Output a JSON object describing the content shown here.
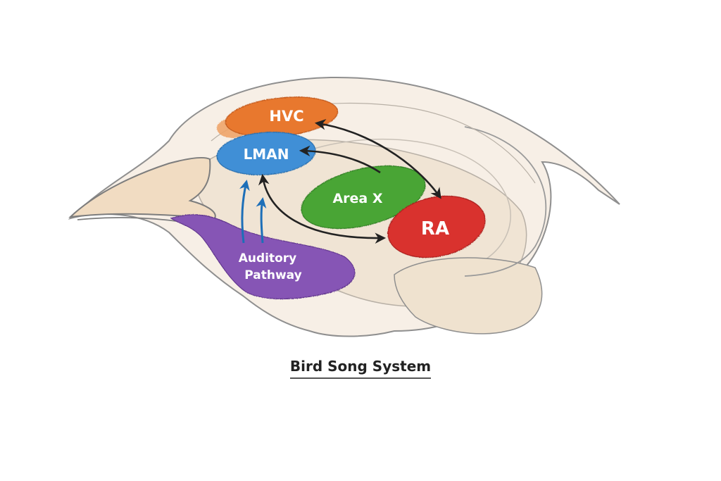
{
  "title": "Bird Song System",
  "colors": {
    "background": "#ffffff",
    "head_fill": "#f7efe6",
    "head_outline": "#8f8f8f",
    "beak_fill": "#f1dcc2",
    "tissue_fill": "#efe2cf",
    "hvc": "#e8782e",
    "lman": "#3f8fd6",
    "area_x": "#4aa535",
    "ra": "#d9322e",
    "auditory": "#8655b5",
    "connection_arrow": "#222222",
    "auditory_arrow": "#1d6fb8"
  },
  "regions": [
    {
      "id": "hvc",
      "label": "HVC"
    },
    {
      "id": "lman",
      "label": "LMAN"
    },
    {
      "id": "area_x",
      "label": "Area X"
    },
    {
      "id": "ra",
      "label": "RA"
    },
    {
      "id": "auditory",
      "label_lines": [
        "Auditory",
        "Pathway"
      ]
    }
  ],
  "connections": [
    {
      "from": "RA",
      "to": "HVC",
      "bidirectional": true
    },
    {
      "from": "Area X",
      "to": "LMAN",
      "bidirectional": false
    },
    {
      "from": "LMAN",
      "to": "RA",
      "bidirectional": true
    },
    {
      "from": "Auditory Pathway",
      "to": "LMAN",
      "count": 2
    }
  ]
}
